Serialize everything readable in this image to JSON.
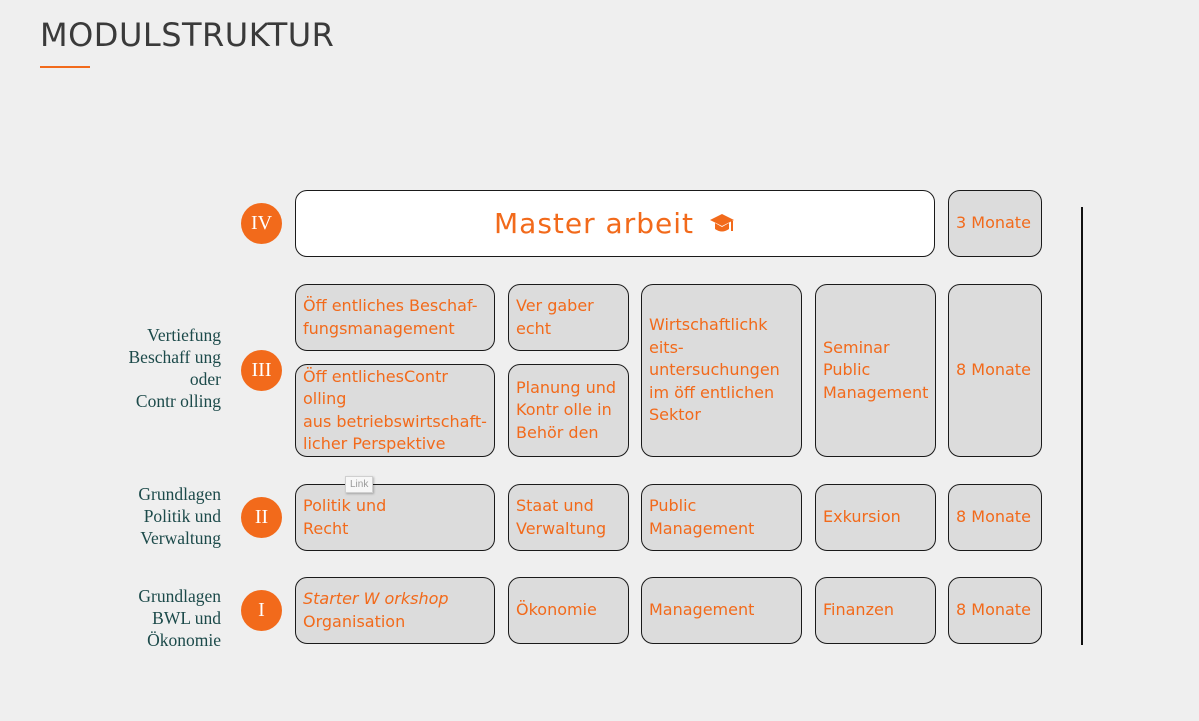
{
  "page": {
    "title": "MODULSTRUKTUR"
  },
  "accent_color": "#f26a1b",
  "timeline_icon": "vertical-line",
  "levels": {
    "iv": {
      "badge": "IV"
    },
    "iii": {
      "badge": "III",
      "label": "Vertiefung\nBeschaff ung\noder\nContr olling"
    },
    "ii": {
      "badge": "II",
      "label": "Grundlagen\nPolitik und\nVerwaltung"
    },
    "i": {
      "badge": "I",
      "label": "Grundlagen\nBWL und\nÖkonomie"
    }
  },
  "modules": {
    "masterarbeit": "Master arbeit",
    "masterarbeit_icon": "graduation-cap-icon",
    "beschaffung": "Öff entliches Beschaf-\nfungsmanagement",
    "vergaberecht": "Ver gaber echt",
    "controlling": "Öff entlichesContr olling\naus betriebswirtschaft-\nlicher Perspektive",
    "planung": "Planung und\nKontr olle in\nBehör den",
    "wirtschaftlichkeit": "Wirtschaftlichk eits-\nuntersuchungen\nim öff entlichen\nSektor",
    "seminar": "Seminar\nPublic\nManagement",
    "politik": "Politik und\nRecht",
    "staat": "Staat und\nVerwaltung",
    "public_management": "Public\nManagement",
    "exkursion": "Exkursion",
    "starter_workshop": "Starter W orkshop",
    "organisation": "Organisation",
    "oekonomie": "Ökonomie",
    "management": "Management",
    "finanzen": "Finanzen"
  },
  "durations": {
    "iv": "3 Monate",
    "iii": "8 Monate",
    "ii": "8 Monate",
    "i": "8 Monate"
  },
  "tooltip": "Link"
}
